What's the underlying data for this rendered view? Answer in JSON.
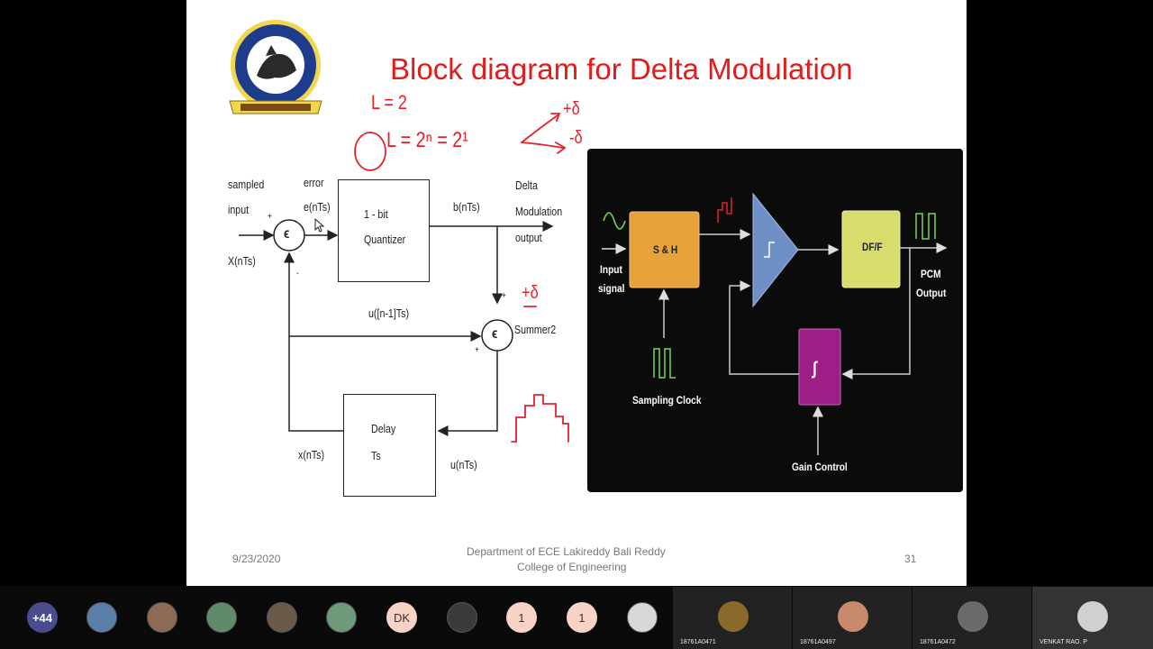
{
  "slide": {
    "title": "Block diagram for Delta Modulation",
    "date": "9/23/2020",
    "department_line1": "Department of  ECE  Lakireddy Bali Reddy",
    "department_line2": "College of Engineering",
    "page_number": "31"
  },
  "left_diagram": {
    "sampled_input": [
      "sampled",
      "input"
    ],
    "x_input": "X(nTs)",
    "error": [
      "error",
      "e(nTs)"
    ],
    "quantizer": [
      "1 - bit",
      "Quantizer"
    ],
    "b_out": "b(nTs)",
    "output": [
      "Delta",
      "Modulation",
      "output"
    ],
    "feedback": "u([n-1]Ts)",
    "summer": "Summer2",
    "delay": [
      "Delay",
      "Ts"
    ],
    "x_feedback": "x(nTs)",
    "u_feedback": "u(nTs)",
    "sum_symbol": "ϵ",
    "plus": "+",
    "minus": "-"
  },
  "right_diagram": {
    "input_signal": [
      "Input",
      "signal"
    ],
    "sample_hold": "S & H",
    "dff": "DF/F",
    "pcm_output": [
      "PCM",
      "Output"
    ],
    "sampling_clock": "Sampling Clock",
    "gain_control": "Gain Control",
    "integrator_symbol": "∫",
    "colors": {
      "sh": "#e8a23a",
      "comparator": "#6f8fc7",
      "dff": "#d8dc6c",
      "integrator": "#9b1f84",
      "wire": "#cfcfcf"
    }
  },
  "annotations": {
    "l_eq": "L = 2",
    "l_formula": "L = 2ⁿ = 2¹",
    "plus_delta": "+δ",
    "minus_delta": "-δ",
    "summer_plus_delta": "+δ",
    "ink_color": "#e8202a"
  },
  "participants": {
    "more_count": "+44",
    "initials": [
      "DK",
      "1",
      "1"
    ],
    "tiles": [
      "18761A0471",
      "18761A0497",
      "18761A0472",
      "VENKAT RAO. P"
    ]
  }
}
